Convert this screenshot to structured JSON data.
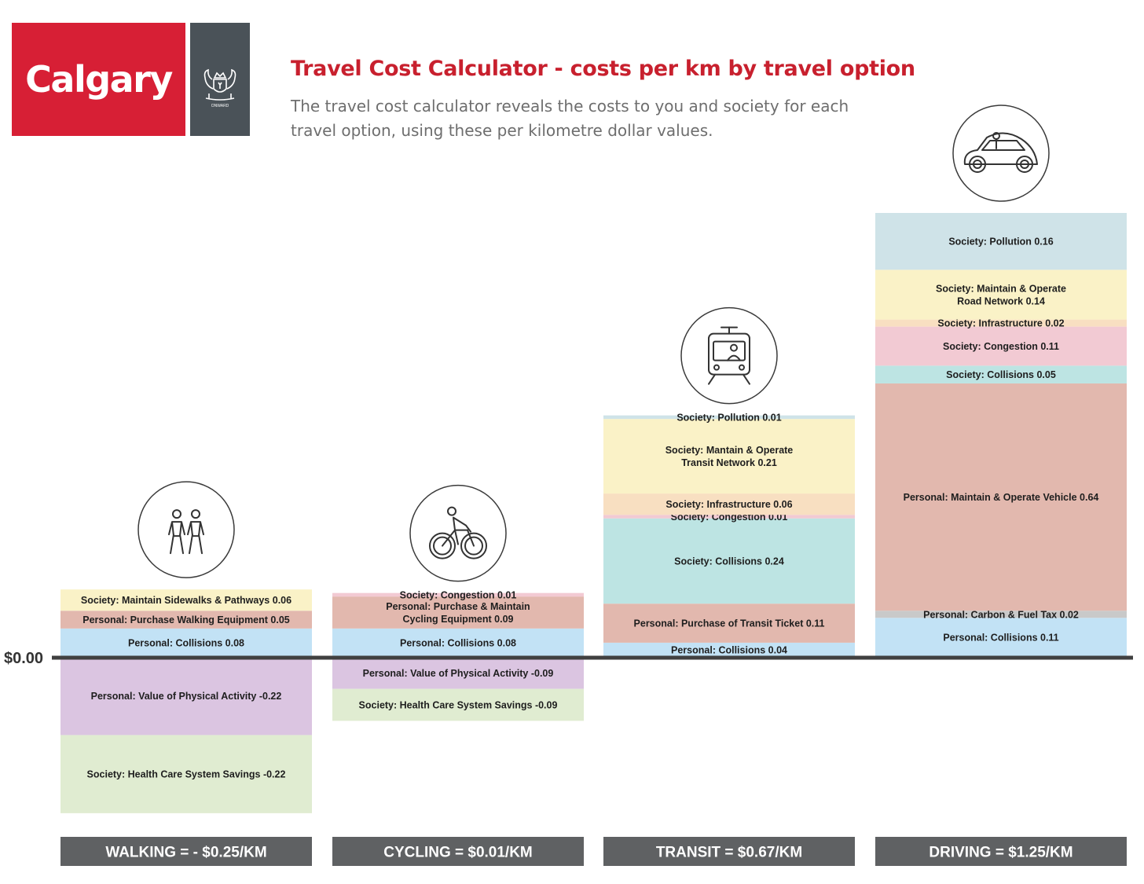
{
  "brand": {
    "logo_text": "Calgary",
    "crest_icon": "coat-of-arms-icon",
    "crest_motto": "ONWARD",
    "red": "#d71f35",
    "grey": "#4a5258"
  },
  "header": {
    "title": "Travel Cost Calculator - costs per km by travel option",
    "subtitle": "The travel cost calculator reveals the costs to you and society for each travel option, using these per kilometre dollar values."
  },
  "chart_data": {
    "type": "bar",
    "stacked": true,
    "unit": "dollars per km",
    "zero_label": "$0.00",
    "categories": [
      "Walking",
      "Cycling",
      "Transit",
      "Driving"
    ],
    "columns": [
      {
        "id": "walking",
        "icon": "walking-icon",
        "footer": "WALKING = - $0.25/KM",
        "segments": [
          {
            "label": [
              "Personal: Collisions 0.08"
            ],
            "value": 0.08,
            "color": "#c2e2f5"
          },
          {
            "label": [
              "Personal: Purchase Walking Equipment 0.05"
            ],
            "value": 0.05,
            "color": "#e2b8ae"
          },
          {
            "label": [
              "Society: Maintain Sidewalks & Pathways 0.06"
            ],
            "value": 0.06,
            "color": "#faf2c7"
          },
          {
            "label": [
              "Personal: Value of Physical Activity -0.22"
            ],
            "value": -0.22,
            "color": "#dbc5e1"
          },
          {
            "label": [
              "Society: Health Care System Savings -0.22"
            ],
            "value": -0.22,
            "color": "#e0ecd1"
          }
        ]
      },
      {
        "id": "cycling",
        "icon": "bicycle-icon",
        "footer": "CYCLING = $0.01/KM",
        "segments": [
          {
            "label": [
              "Personal: Collisions 0.08"
            ],
            "value": 0.08,
            "color": "#c2e2f5"
          },
          {
            "label": [
              "Personal: Purchase & Maintain",
              "Cycling Equipment 0.09"
            ],
            "value": 0.09,
            "color": "#e2b8ae"
          },
          {
            "label": [
              "Society: Congestion 0.01"
            ],
            "value": 0.01,
            "color": "#f2cad3"
          },
          {
            "label": [
              "Personal: Value of Physical Activity -0.09"
            ],
            "value": -0.09,
            "color": "#dbc5e1"
          },
          {
            "label": [
              "Society: Health Care System Savings -0.09"
            ],
            "value": -0.09,
            "color": "#e0ecd1"
          }
        ]
      },
      {
        "id": "transit",
        "icon": "train-icon",
        "footer": "TRANSIT = $0.67/KM",
        "segments": [
          {
            "label": [
              "Personal: Collisions 0.04"
            ],
            "value": 0.04,
            "color": "#c2e2f5"
          },
          {
            "label": [
              "Personal: Purchase of Transit Ticket 0.11"
            ],
            "value": 0.11,
            "color": "#e2b8ae"
          },
          {
            "label": [
              "Society: Collisions 0.24"
            ],
            "value": 0.24,
            "color": "#bde4e3"
          },
          {
            "label": [
              "Society: Congestion 0.01"
            ],
            "value": 0.01,
            "color": "#f2cad3"
          },
          {
            "label": [
              "Society: Infrastructure 0.06"
            ],
            "value": 0.06,
            "color": "#f8dfc1"
          },
          {
            "label": [
              "Society: Mantain & Operate",
              "Transit Network 0.21"
            ],
            "value": 0.21,
            "color": "#faf2c7"
          },
          {
            "label": [
              "Society: Pollution 0.01"
            ],
            "value": 0.01,
            "color": "#cfe3e8"
          }
        ]
      },
      {
        "id": "driving",
        "icon": "car-icon",
        "footer": "DRIVING = $1.25/KM",
        "segments": [
          {
            "label": [
              "Personal: Collisions 0.11"
            ],
            "value": 0.11,
            "color": "#c2e2f5"
          },
          {
            "label": [
              "Personal: Carbon & Fuel Tax 0.02"
            ],
            "value": 0.02,
            "color": "#c9c9c9"
          },
          {
            "label": [
              "Personal: Maintain & Operate Vehicle 0.64"
            ],
            "value": 0.64,
            "color": "#e2b8ae"
          },
          {
            "label": [
              "Society: Collisions 0.05"
            ],
            "value": 0.05,
            "color": "#bde4e3"
          },
          {
            "label": [
              "Society: Congestion 0.11"
            ],
            "value": 0.11,
            "color": "#f2cad3"
          },
          {
            "label": [
              "Society: Infrastructure 0.02"
            ],
            "value": 0.02,
            "color": "#f8dfc1"
          },
          {
            "label": [
              "Society: Maintain & Operate",
              "Road Network 0.14"
            ],
            "value": 0.14,
            "color": "#faf2c7"
          },
          {
            "label": [
              "Society: Pollution 0.16"
            ],
            "value": 0.16,
            "color": "#cfe3e8"
          }
        ]
      }
    ],
    "baseline_color": "#404040",
    "footer_color": "#5f6163"
  }
}
